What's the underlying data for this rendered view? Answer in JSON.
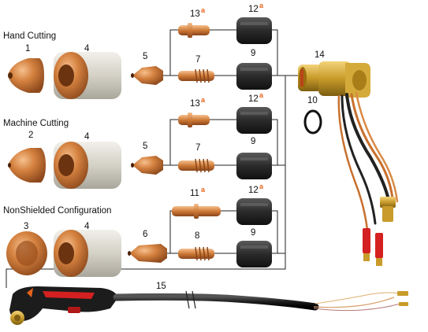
{
  "sections": {
    "hand": "Hand Cutting",
    "machine": "Machine Cutting",
    "nonshielded": "NonShielded Configuration"
  },
  "numbers": {
    "n1": "1",
    "n2": "2",
    "n3": "3",
    "n4a": "4",
    "n4b": "4",
    "n4c": "4",
    "n5a": "5",
    "n5b": "5",
    "n6": "6",
    "n7a": "7",
    "n7b": "7",
    "n8": "8",
    "n9a": "9",
    "n9b": "9",
    "n9c": "9",
    "n10": "10",
    "n11": "11",
    "n12a": "12",
    "n12b": "12",
    "n12c": "12",
    "n13a": "13",
    "n13b": "13",
    "n14": "14",
    "n15": "15"
  },
  "superscript": "a",
  "colors": {
    "copper": "#c8702e",
    "copper_light": "#f0b07a",
    "ceramic": "#d9d6cc",
    "swirl": "#3a3a3a",
    "brass": "#c89b2a",
    "cable": "#222222",
    "accent_orange": "#e8631a",
    "connector_red": "#d42020"
  }
}
